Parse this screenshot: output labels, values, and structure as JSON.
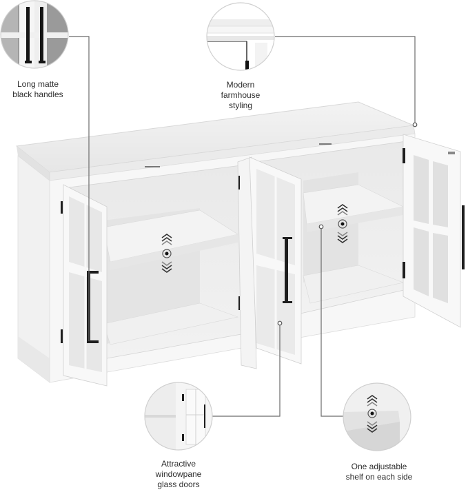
{
  "image": {
    "subject": "White sideboard cabinet with four windowpane glass doors, open, with feature callouts"
  },
  "callouts": [
    {
      "id": "handles",
      "lines": [
        "Long matte",
        "black handles"
      ],
      "detail_icon": "handle-detail-icon"
    },
    {
      "id": "styling",
      "lines": [
        "Modern",
        "farmhouse",
        "styling"
      ],
      "detail_icon": "crown-molding-detail-icon"
    },
    {
      "id": "doors",
      "lines": [
        "Attractive",
        "windowpane",
        "glass doors"
      ],
      "detail_icon": "glass-door-detail-icon"
    },
    {
      "id": "shelf",
      "lines": [
        "One adjustable",
        "shelf on each side"
      ],
      "detail_icon": "adjustable-shelf-detail-icon"
    }
  ],
  "colors": {
    "cabinet_white": "#f6f6f6",
    "cabinet_shade": "#e4e4e4",
    "interior": "#ececec",
    "handle_black": "#1e1e1e",
    "callout_line": "#6b6b6b",
    "circle_border": "#cfcfcf"
  }
}
